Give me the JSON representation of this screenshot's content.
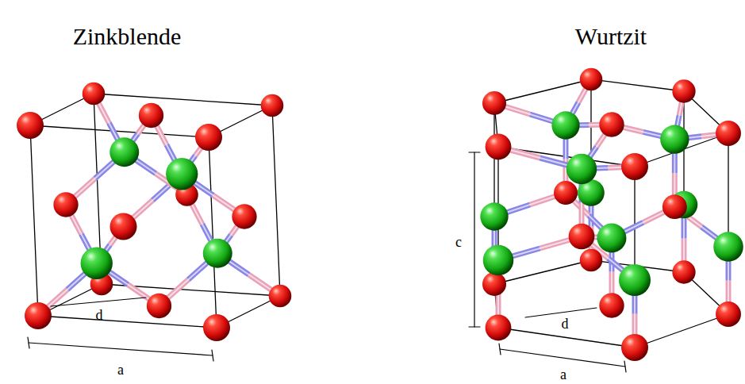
{
  "diagram": {
    "labels": [
      "Zinkblende",
      "Wurtzit",
      "d",
      "a",
      "c",
      "d",
      "a"
    ]
  }
}
